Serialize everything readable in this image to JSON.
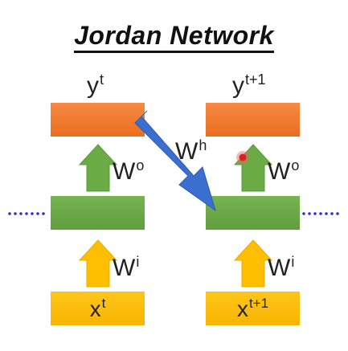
{
  "title": "Jordan Network",
  "labels": {
    "y_t": {
      "base": "y",
      "sup": "t"
    },
    "y_t1": {
      "base": "y",
      "sup": "t+1"
    },
    "x_t": {
      "base": "x",
      "sup": "t"
    },
    "x_t1": {
      "base": "x",
      "sup": "t+1"
    },
    "w_h": {
      "base": "W",
      "sup": "h"
    },
    "w_o_left": {
      "base": "W",
      "sup": "o"
    },
    "w_o_right": {
      "base": "W",
      "sup": "o"
    },
    "w_i_left": {
      "base": "W",
      "sup": "i"
    },
    "w_i_right": {
      "base": "W",
      "sup": "i"
    }
  },
  "colors": {
    "output": "#f47a2e",
    "hidden": "#6aab46",
    "input": "#ffbe00",
    "recurrent_arrow": "#3b6fcf",
    "ellipsis": "#2e2ed6",
    "cursor": "#e02020"
  },
  "icons": {
    "cursor": "cursor-dot-icon",
    "ellipsis": "dotted-line-icon"
  }
}
